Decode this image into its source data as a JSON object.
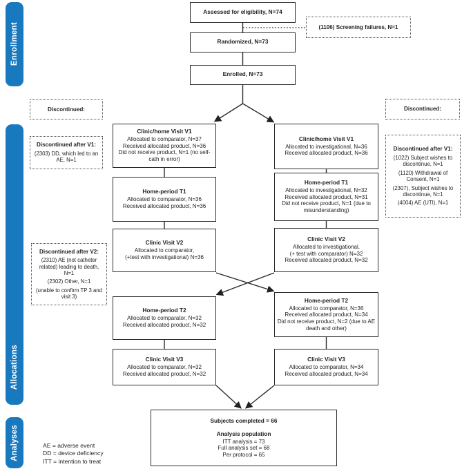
{
  "figure": {
    "type": "consort-flow-diagram"
  },
  "colors": {
    "accent_blue": "#1879bf",
    "line": "#2b2b2b"
  },
  "sidebar": {
    "enrollment": "Enrollment",
    "allocations": "Allocations",
    "analyses": "Analyses"
  },
  "flow": {
    "assessed": {
      "title": "Assessed for eligibility, N=74"
    },
    "screening": {
      "title": "(1106) Screening failures, N=1"
    },
    "randomized": {
      "title": "Randomized, N=73"
    },
    "enrolled": {
      "title": "Enrolled, N=73"
    },
    "left": {
      "v1": {
        "title": "Clinic/home Visit V1",
        "lines": [
          "Allocated to comparator, N=37",
          "Received allocated product, N=36",
          "Did not receive product, N=1 (no self-cath in error)"
        ]
      },
      "t1": {
        "title": "Home-period T1",
        "lines": [
          "Allocated to comparator, N=36",
          "Received allocated product, N=36"
        ]
      },
      "v2": {
        "title": "Clinic Visit V2",
        "lines": [
          "Allocated to comparator,",
          "(+test with investigational) N=36"
        ]
      },
      "t2": {
        "title": "Home-period T2",
        "lines": [
          "Allocated to comparator, N=32",
          "Received allocated product, N=32"
        ]
      },
      "v3": {
        "title": "Clinic Visit V3",
        "lines": [
          "Allocated to comparator, N=32",
          "Received allocated product, N=32"
        ]
      }
    },
    "right": {
      "v1": {
        "title": "Clinic/home Visit V1",
        "lines": [
          "Allocated to investigational,  N=36",
          "Received allocated product, N=36"
        ]
      },
      "t1": {
        "title": "Home-period T1",
        "lines": [
          "Allocated to investigational,  N=32",
          "Received allocated product, N=31",
          "Did not receive product, N=1 (due to misunderstanding)"
        ]
      },
      "v2": {
        "title": "Clinic Visit V2",
        "lines": [
          "Allocated to investigational,",
          "(+ test with comparator) N=32",
          "Received allocated product, N=32"
        ]
      },
      "t2": {
        "title": "Home-period T2",
        "lines": [
          "Allocated to comparator, N=36",
          "Received allocated product, N=34",
          "Did not receive product, N=2 (due to AE death and other)"
        ]
      },
      "v3": {
        "title": "Clinic Visit V3",
        "lines": [
          "Allocated to comparator, N=34",
          "Received allocated product, N=34"
        ]
      }
    },
    "final": {
      "completed": "Subjects completed = 66",
      "population_title": "Analysis population",
      "lines": [
        "ITT analysis = 73",
        "Full analysis set = 68",
        "Per protocol = 65"
      ]
    }
  },
  "annotations": {
    "disc_left": "Discontinued:",
    "disc_right": "Discontinued:",
    "after_v1_left": {
      "title": "Discontinued after V1:",
      "entries": [
        "(2303) DD, which led to an AE, N=1"
      ]
    },
    "after_v1_right": {
      "title": "Discontinued after V1:",
      "entries": [
        "(1022) Subject wishes to discontinue, N=1",
        "(1120) Withdrawal of Consent, N=1",
        "(2307), Subject wishes to discontinue, N=1",
        "(4004) AE (UTI), N=1"
      ]
    },
    "after_v2_left": {
      "title": "Discontinued after V2:",
      "entries": [
        "(2310) AE (not catheter related) leading to death, N=1",
        "(2302) Other, N=1",
        "(unable to confirm TP 3 and visit 3)"
      ]
    }
  },
  "legend": [
    "AE = adverse event",
    "DD = device deficiency",
    "ITT = intention to treat"
  ]
}
